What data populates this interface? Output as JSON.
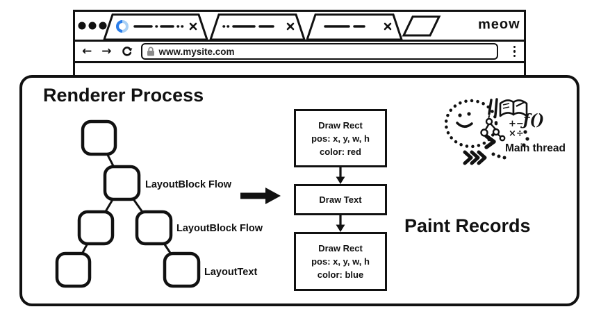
{
  "colors": {
    "ink": "#111111",
    "spinner_light": "#a9d0f5",
    "spinner_dark": "#2b7de9",
    "lock_grey": "#8a8a8a"
  },
  "browser": {
    "brand": "meow",
    "url": "www.mysite.com",
    "tab_count": 3,
    "first_tab_loading": true
  },
  "renderer": {
    "title": "Renderer Process",
    "layout_tree": {
      "labels": [
        "LayoutBlock Flow",
        "LayoutBlock Flow",
        "LayoutText"
      ]
    },
    "paint_records": {
      "heading": "Paint Records",
      "boxes": [
        {
          "lines": [
            "Draw Rect",
            "pos: x, y, w, h",
            "color: red"
          ]
        },
        {
          "lines": [
            "Draw Text"
          ]
        },
        {
          "lines": [
            "Draw Rect",
            "pos: x, y, w, h",
            "color: blue"
          ]
        }
      ]
    },
    "main_thread": {
      "label": "Main thread"
    }
  }
}
